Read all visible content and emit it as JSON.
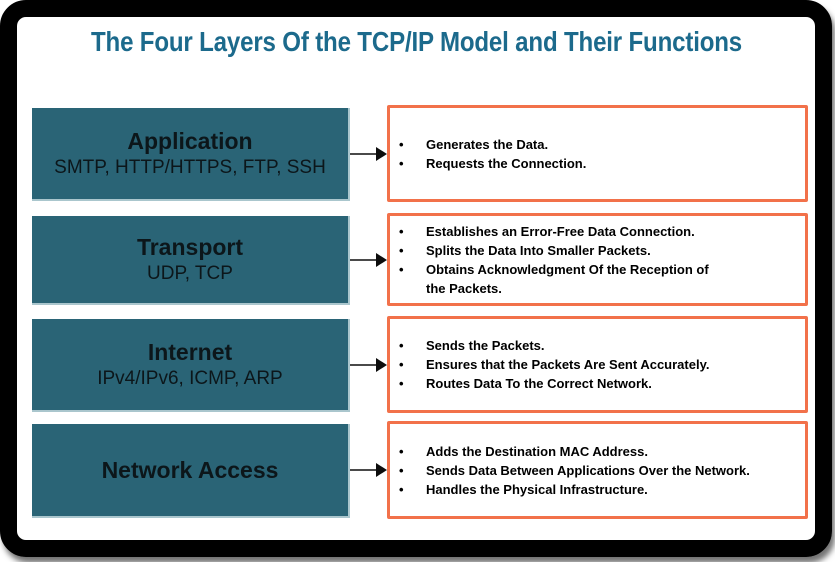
{
  "page": {
    "title": "The Four Layers Of the TCP/IP Model and Their Functions"
  },
  "colors": {
    "title_text": "#1c6a8c",
    "layer_box": "#2a6476",
    "layer_box_edge": "#aac6cd",
    "function_border": "#f2714a",
    "arrow": "#4a4a4a"
  },
  "layers": [
    {
      "name": "Application",
      "protocols": "SMTP, HTTP/HTTPS, FTP, SSH",
      "functions": [
        "Generates the Data.",
        "Requests the Connection."
      ]
    },
    {
      "name": "Transport",
      "protocols": "UDP, TCP",
      "functions": [
        "Establishes an Error-Free Data Connection.",
        "Splits the Data Into Smaller Packets.",
        "Obtains Acknowledgment Of the Reception of\nthe Packets."
      ]
    },
    {
      "name": "Internet",
      "protocols": "IPv4/IPv6, ICMP, ARP",
      "functions": [
        "Sends the Packets.",
        "Ensures that the Packets Are Sent Accurately.",
        "Routes Data To the Correct Network."
      ]
    },
    {
      "name": "Network Access",
      "protocols": "",
      "functions": [
        "Adds the Destination MAC Address.",
        "Sends Data Between Applications Over the Network.",
        "Handles the Physical Infrastructure."
      ]
    }
  ]
}
